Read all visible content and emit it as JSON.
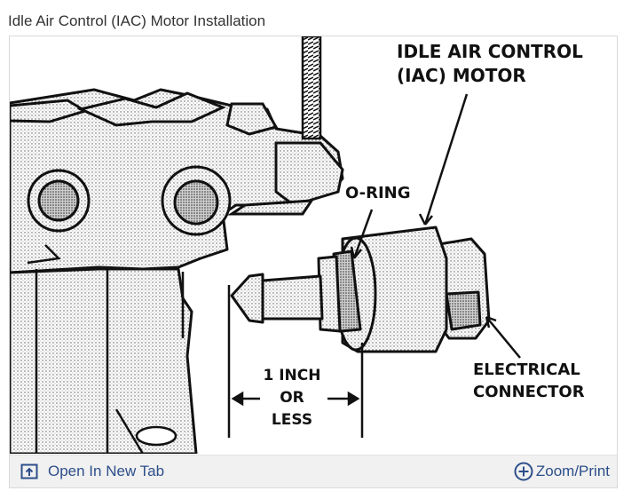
{
  "page": {
    "title": "Idle Air Control (IAC) Motor Installation"
  },
  "diagram": {
    "labels": {
      "iac_motor_line1": "IDLE AIR CONTROL",
      "iac_motor_line2": "(IAC)  MOTOR",
      "o_ring": "O-RING",
      "measure_line1": "1 INCH",
      "measure_line2": "OR",
      "measure_line3": "LESS",
      "connector_line1": "ELECTRICAL",
      "connector_line2": "CONNECTOR"
    }
  },
  "footer": {
    "open_tab_label": "Open In New Tab",
    "open_tab_icon": "open-external-icon",
    "zoom_label": "Zoom/Print",
    "zoom_icon": "plus-circle-icon"
  },
  "colors": {
    "link": "#2d4e8a",
    "footer_bg": "#f1f1f1",
    "ink": "#111111"
  }
}
